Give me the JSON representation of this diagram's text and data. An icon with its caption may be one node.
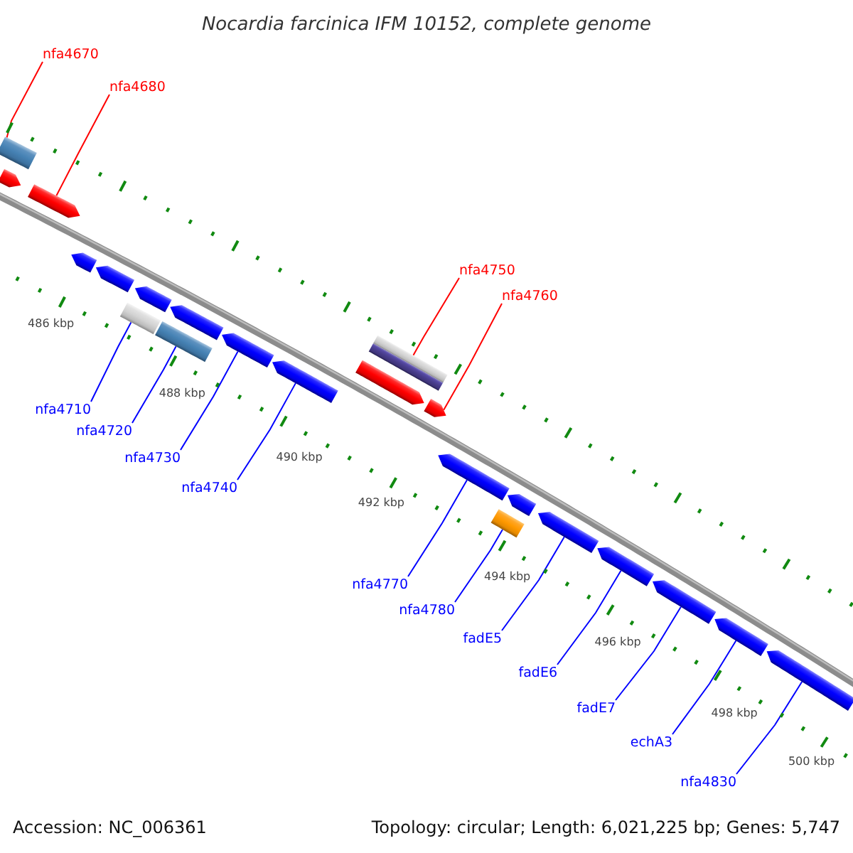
{
  "diagram": {
    "title": "Nocardia farcinica IFM 10152, complete genome",
    "nodes": [
      {
        "text": [
          "nfa4670"
        ]
      },
      {
        "text": [
          "nfa4680"
        ]
      },
      {
        "text": [
          "nfa4750"
        ]
      },
      {
        "text": [
          "nfa4760"
        ]
      },
      {
        "text": [
          "nfa4710"
        ]
      },
      {
        "text": [
          "nfa4720"
        ]
      },
      {
        "text": [
          "nfa4730"
        ]
      },
      {
        "text": [
          "nfa4740"
        ]
      },
      {
        "text": [
          "nfa4770"
        ]
      },
      {
        "text": [
          "nfa4780"
        ]
      },
      {
        "text": [
          "fadE5"
        ]
      },
      {
        "text": [
          "fadE6"
        ]
      },
      {
        "text": [
          "fadE7"
        ]
      },
      {
        "text": [
          "echA3"
        ]
      },
      {
        "text": [
          "nfa4830"
        ]
      },
      {
        "text": [],
        "shape": "bar"
      },
      {
        "text": [],
        "shape": "bar"
      },
      {
        "text": [],
        "shape": "bar"
      },
      {
        "text": [],
        "shape": "bar"
      },
      {
        "text": [],
        "shape": "bar"
      },
      {
        "text": [],
        "shape": "bar"
      },
      {
        "text": [],
        "shape": "bar"
      },
      {
        "text": [],
        "shape": "bar"
      },
      {
        "text": [],
        "shape": "bar"
      },
      {
        "text": [],
        "shape": "bar"
      },
      {
        "text": [],
        "shape": "bar"
      },
      {
        "text": [],
        "shape": "bar"
      },
      {
        "text": [],
        "shape": "bar"
      },
      {
        "text": [],
        "shape": "bar"
      },
      {
        "text": [],
        "shape": "bar"
      },
      {
        "text": [],
        "shape": "bar"
      },
      {
        "text": [],
        "shape": "bar"
      },
      {
        "text": [],
        "shape": "box"
      },
      {
        "text": [],
        "shape": "box"
      },
      {
        "text": [],
        "shape": "box"
      },
      {
        "text": [],
        "shape": "box"
      },
      {
        "text": [],
        "shape": "box"
      },
      {
        "text": [],
        "shape": "box"
      }
    ],
    "edges": [
      {
        "from": 0,
        "to": 32,
        "arrow": "none",
        "color": "#ff0000"
      },
      {
        "from": 1,
        "to": 16,
        "arrow": "none",
        "color": "#ff0000"
      },
      {
        "from": 2,
        "to": 35,
        "arrow": "none",
        "color": "#ff0000"
      },
      {
        "from": 3,
        "to": 24,
        "arrow": "none",
        "color": "#ff0000"
      },
      {
        "from": 4,
        "to": 33,
        "arrow": "none"
      },
      {
        "from": 5,
        "to": 34,
        "arrow": "none"
      },
      {
        "from": 6,
        "to": 21,
        "arrow": "none"
      },
      {
        "from": 7,
        "to": 22,
        "arrow": "none"
      },
      {
        "from": 8,
        "to": 25,
        "arrow": "none"
      },
      {
        "from": 9,
        "to": 37,
        "arrow": "none"
      },
      {
        "from": 10,
        "to": 27,
        "arrow": "none"
      },
      {
        "from": 11,
        "to": 28,
        "arrow": "none"
      },
      {
        "from": 12,
        "to": 29,
        "arrow": "none"
      },
      {
        "from": 13,
        "to": 30,
        "arrow": "none"
      },
      {
        "from": 14,
        "to": 31,
        "arrow": "none"
      }
    ],
    "labels": [
      "486 kbp",
      "488 kbp",
      "490 kbp",
      "492 kbp",
      "494 kbp",
      "496 kbp",
      "498 kbp",
      "500 kbp",
      "Accession: NC_006361",
      "Topology: circular; Length: 6,021,225 bp; Genes: 5,747"
    ]
  }
}
